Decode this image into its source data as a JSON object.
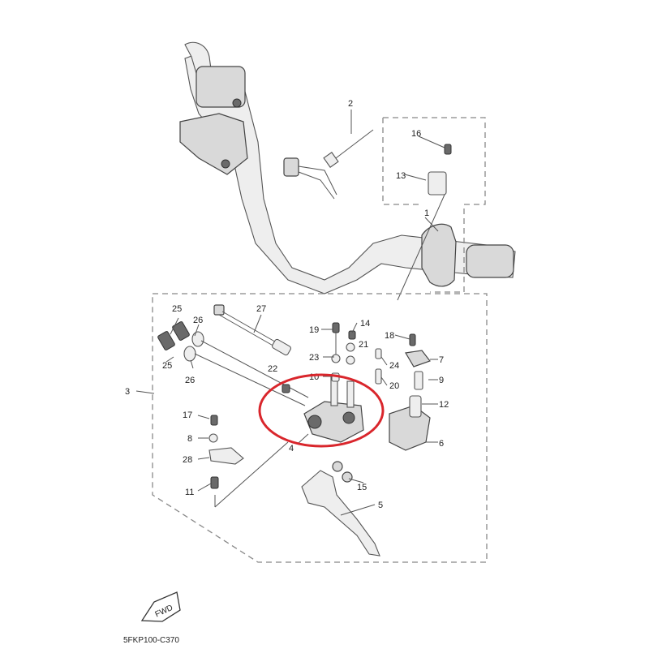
{
  "diagram": {
    "diagram_code": "5FKP100-C370",
    "fwd_label": "FWD",
    "highlight_color": "#d9262c",
    "line_color": "#555555",
    "part_labels": [
      "1",
      "2",
      "3",
      "4",
      "5",
      "6",
      "7",
      "8",
      "9",
      "10",
      "11",
      "12",
      "13",
      "14",
      "15",
      "16",
      "17",
      "18",
      "19",
      "20",
      "21",
      "22",
      "23",
      "24",
      "25",
      "25",
      "26",
      "26",
      "27",
      "28"
    ]
  }
}
